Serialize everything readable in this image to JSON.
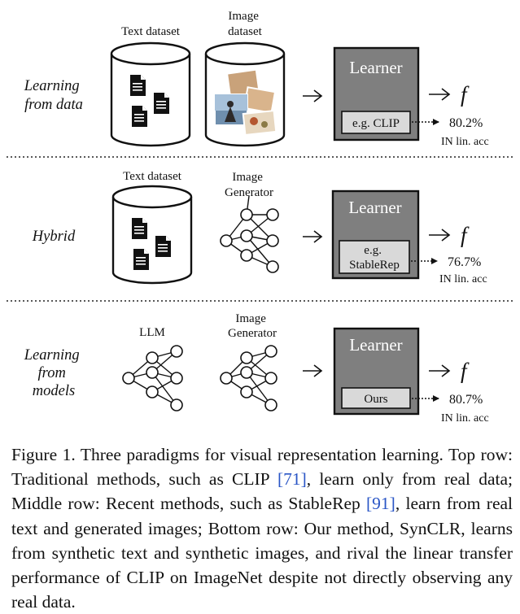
{
  "rows": [
    {
      "label": [
        "Learning",
        "from data"
      ],
      "sources": [
        {
          "kind": "dataset-text",
          "label": [
            "Text dataset"
          ]
        },
        {
          "kind": "dataset-image",
          "label": [
            "Image",
            "dataset"
          ]
        }
      ],
      "learner": "Learner",
      "method": [
        "e.g. CLIP"
      ],
      "output": "f",
      "accuracy": "80.2%",
      "metric": "IN lin. acc"
    },
    {
      "label": [
        "Hybrid"
      ],
      "sources": [
        {
          "kind": "dataset-text",
          "label": [
            "Text dataset"
          ]
        },
        {
          "kind": "generator",
          "label": [
            "Image",
            "Generator"
          ]
        }
      ],
      "learner": "Learner",
      "method": [
        "e.g.",
        "StableRep"
      ],
      "output": "f",
      "accuracy": "76.7%",
      "metric": "IN lin. acc"
    },
    {
      "label": [
        "Learning",
        "from",
        "models"
      ],
      "sources": [
        {
          "kind": "llm",
          "label": [
            "LLM"
          ]
        },
        {
          "kind": "generator",
          "label": [
            "Image",
            "Generator"
          ]
        }
      ],
      "learner": "Learner",
      "method": [
        "Ours"
      ],
      "output": "f",
      "accuracy": "80.7%",
      "metric": "IN lin. acc"
    }
  ],
  "caption": {
    "parts": [
      "Figure 1. Three paradigms for visual representation learning. Top row: Traditional methods, such as CLIP ",
      "[71]",
      ", learn only from real data; Middle row: Recent methods, such as StableRep ",
      "[91]",
      ", learn from real text and generated images; Bottom row: Our method, SynCLR, learns from synthetic text and synthetic images, and rival the linear transfer performance of CLIP on ImageNet despite not directly observing any real data."
    ]
  }
}
